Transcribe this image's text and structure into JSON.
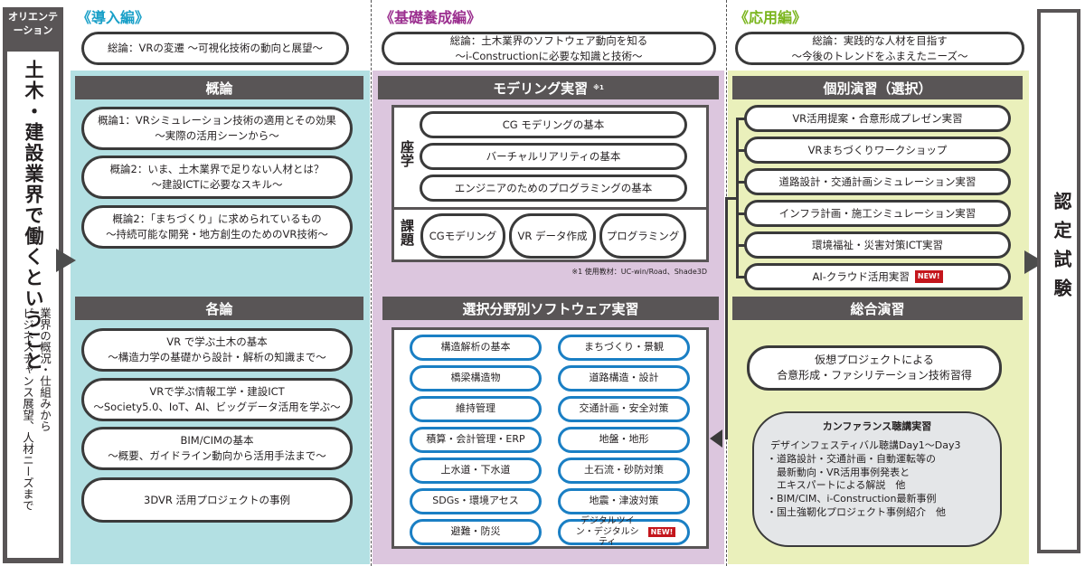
{
  "orientation": {
    "header": "オリエンテーション",
    "title": "土木・建設業界で働くということ",
    "subtitle_1": "業界の概況・仕組みから",
    "subtitle_2": "ビジネスチャンス展望、人材ニーズまで"
  },
  "intro": {
    "label": "《導入編》",
    "color": "#1aa0c8",
    "summary": "総論：VRの変遷 ～可視化技術の動向と展望～",
    "overview_header": "概論",
    "overview": [
      [
        "概論1：VRシミュレーション技術の適用とその効果",
        "～実際の活用シーンから～"
      ],
      [
        "概論2：いま、土木業界で足りない人材とは？",
        "～建設ICTに必要なスキル～"
      ],
      [
        "概論2：「まちづくり」に求められているもの",
        "～持続可能な開発・地方創生のためのVR技術～"
      ]
    ],
    "topics_header": "各論",
    "topics": [
      [
        "VR で学ぶ土木の基本",
        "～構造力学の基礎から設計・解析の知識まで～"
      ],
      [
        "VRで学ぶ情報工学・建設ICT",
        "～Society5.0、IoT、AI、ビッグデータ活用を学ぶ～"
      ],
      [
        "BIM/CIMの基本",
        "～概要、ガイドライン動向から活用手法まで～"
      ],
      [
        "3DVR 活用プロジェクトの事例",
        ""
      ]
    ]
  },
  "basic": {
    "label": "《基礎養成編》",
    "color": "#9b2f8f",
    "summary_1": "総論：土木業界のソフトウェア動向を知る",
    "summary_2": "～i-Constructionに必要な知識と技術～",
    "modeling_header": "モデリング実習",
    "modeling_note_mark": "※1",
    "lecture_label": "座学",
    "lectures": [
      "CG モデリングの基本",
      "バーチャルリアリティの基本",
      "エンジニアのためのプログラミングの基本"
    ],
    "task_label": "課題",
    "tasks": [
      "CGモデリング",
      "VR データ作成",
      "プログラミング"
    ],
    "note": "※1 使用教材：UC-win/Road、Shade3D",
    "software_header": "選択分野別ソフトウェア実習",
    "software_left": [
      "構造解析の基本",
      "橋梁構造物",
      "維持管理",
      "積算・会計管理・ERP",
      "上水道・下水道",
      "SDGs・環境アセス",
      "避難・防災"
    ],
    "software_right": [
      "まちづくり・景観",
      "道路構造・設計",
      "交通計画・安全対策",
      "地盤・地形",
      "土石流・砂防対策",
      "地震・津波対策",
      "デジタルツイン・デジタルシティ"
    ],
    "new_badge": "NEW!"
  },
  "applied": {
    "label": "《応用編》",
    "color": "#7ab51d",
    "summary_1": "総論：実践的な人材を目指す",
    "summary_2": "～今後のトレンドをふまえたニーズ～",
    "individual_header": "個別演習（選択）",
    "individual": [
      "VR活用提案・合意形成プレゼン実習",
      "VRまちづくりワークショップ",
      "道路設計・交通計画シミュレーション実習",
      "インフラ計画・施工シミュレーション実習",
      "環境福祉・災害対策ICT実習",
      "AI-クラウド活用実習"
    ],
    "new_badge": "NEW!",
    "comprehensive_header": "総合演習",
    "comprehensive_1": "仮想プロジェクトによる",
    "comprehensive_2": "合意形成・ファシリテーション技術習得",
    "conference_title": "カンファランス聴講実習",
    "conference_lines": [
      "デザインフェスティバル聴講Day1～Day3",
      "・道路設計・交通計画・自動運転等の",
      "　最新動向・VR活用事例発表と",
      "　エキスパートによる解説　他",
      "・BIM/CIM、i-Construction最新事例",
      "・国土強靭化プロジェクト事例紹介　他"
    ]
  },
  "certification": "認定試験"
}
